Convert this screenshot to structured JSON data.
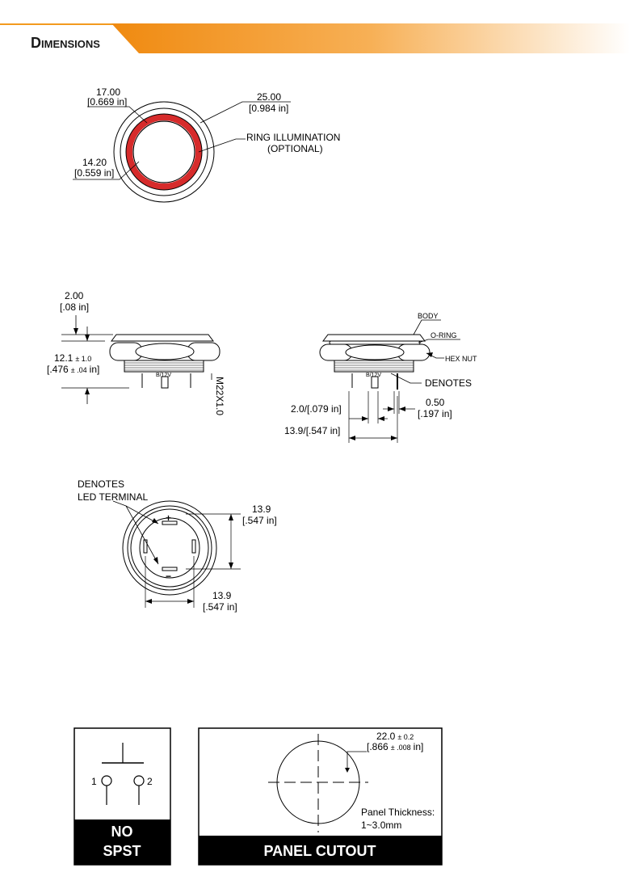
{
  "header": {
    "title_initial": "D",
    "title_rest": "IMENSIONS",
    "accent_color": "#f39a1e"
  },
  "front_view": {
    "inner_dim": "17.00",
    "inner_dim_in": "[0.669 in]",
    "outer_dim": "25.00",
    "outer_dim_in": "[0.984 in]",
    "lens_dim": "14.20",
    "lens_dim_in": "[0.559 in]",
    "ring_label_1": "RING ILLUMINATION",
    "ring_label_2": "(OPTIONAL)",
    "ring_color": "#d62b2b"
  },
  "side_view": {
    "head_dim": "2.00",
    "head_dim_in": "[.08 in]",
    "len_dim": "12.1",
    "len_tol": "± 1.0",
    "len_dim_in": "[.476",
    "len_tol_in": "± .04",
    "len_in_close": "in]",
    "thread": "M22X1.0",
    "voltage_mark": "B/12V"
  },
  "side_view_2": {
    "body": "BODY",
    "oring": "O-RING",
    "hexnut": "HEX NUT",
    "denotes": "DENOTES",
    "voltage_mark": "B/12V",
    "pin_gap": "2.0/[.079 in]",
    "pin_width": "0.50",
    "pin_width_in": "[.197 in]",
    "pin_span": "13.9/[.547 in]"
  },
  "bottom_view": {
    "denotes": "DENOTES",
    "led_terminal": "LED TERMINAL",
    "plus": "+",
    "minus": "−",
    "v_dim": "13.9",
    "v_dim_in": "[.547 in]",
    "h_dim": "13.9",
    "h_dim_in": "[.547 in]"
  },
  "schematic": {
    "pin1": "1",
    "pin2": "2",
    "label1": "NO",
    "label2": "SPST"
  },
  "cutout": {
    "dim": "22.0",
    "dim_tol": "± 0.2",
    "dim_in": "[.866",
    "dim_in_tol": "± .008",
    "dim_in_close": "in]",
    "thickness_1": "Panel Thickness:",
    "thickness_2": "1~3.0mm",
    "label": "PANEL CUTOUT"
  }
}
